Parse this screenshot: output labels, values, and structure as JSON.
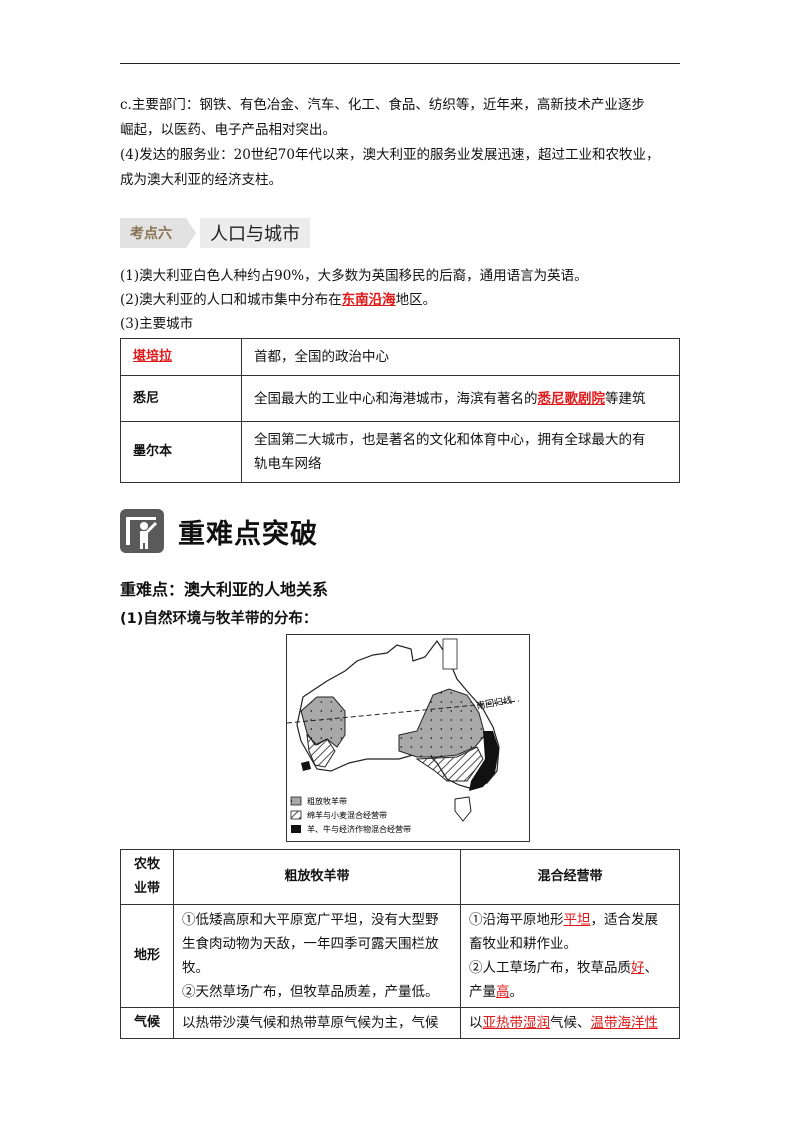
{
  "intro": {
    "line1": "c.主要部门：钢铁、有色冶金、汽车、化工、食品、纺织等，近年来，高新技术产业逐步",
    "line2": "崛起，以医药、电子产品相对突出。",
    "line3": "(4)发达的服务业：20世纪70年代以来，澳大利亚的服务业发展迅速，超过工业和农牧业，",
    "line4": "成为澳大利亚的经济支柱。"
  },
  "kaodian": {
    "tag": "考点六",
    "title": "人口与城市"
  },
  "points": {
    "p1": "(1)澳大利亚白色人种约占90%，大多数为英国移民的后裔，通用语言为英语。",
    "p2_pre": "(2)澳大利亚的人口和城市集中分布在",
    "p2_red": "东南沿海",
    "p2_post": "地区。",
    "p3": "(3)主要城市"
  },
  "cities": [
    {
      "name": "堪培拉",
      "desc": "首都，全国的政治中心"
    },
    {
      "name": "悉尼",
      "desc_pre": "全国最大的工业中心和海港城市，海滨有著名的",
      "desc_red": "悉尼歌剧院",
      "desc_post": "等建筑"
    },
    {
      "name": "墨尔本",
      "desc1": "全国第二大城市，也是著名的文化和体育中心，拥有全球最大的有",
      "desc2": "轨电车网络"
    }
  ],
  "section": {
    "title": "重难点突破"
  },
  "heading1": "重难点：澳大利亚的人地关系",
  "heading2": "(1)自然环境与牧羊带的分布：",
  "map": {
    "tropic_label": "南回归线",
    "legend": [
      "粗放牧羊带",
      "绵羊与小麦混合经营带",
      "羊、牛与经济作物混合经营带"
    ]
  },
  "table2": {
    "header": [
      "农牧业带",
      "粗放牧羊带",
      "混合经营带"
    ],
    "terrain_label": "地形",
    "terrain_a": [
      "①低矮高原和大平原宽广平坦，没有大型野",
      "生食肉动物为天敌，一年四季可露天围栏放",
      "牧。",
      "②天然草场广布，但牧草品质差，产量低。"
    ],
    "terrain_b1_pre": "①沿海平原地形",
    "terrain_b1_red": "平坦",
    "terrain_b1_post": "，适合发展",
    "terrain_b2": "畜牧业和耕作业。",
    "terrain_b3_pre": "②人工草场广布，牧草品质",
    "terrain_b3_red": "好",
    "terrain_b3_post": "、",
    "terrain_b4_pre": "产量",
    "terrain_b4_red": "高",
    "terrain_b4_post": "。",
    "climate_label": "气候",
    "climate_a": "以热带沙漠气候和热带草原气候为主，气候",
    "climate_b_pre": "以",
    "climate_b_red1": "亚热带湿润",
    "climate_b_mid": "气候、",
    "climate_b_red2": "温带海洋性"
  }
}
